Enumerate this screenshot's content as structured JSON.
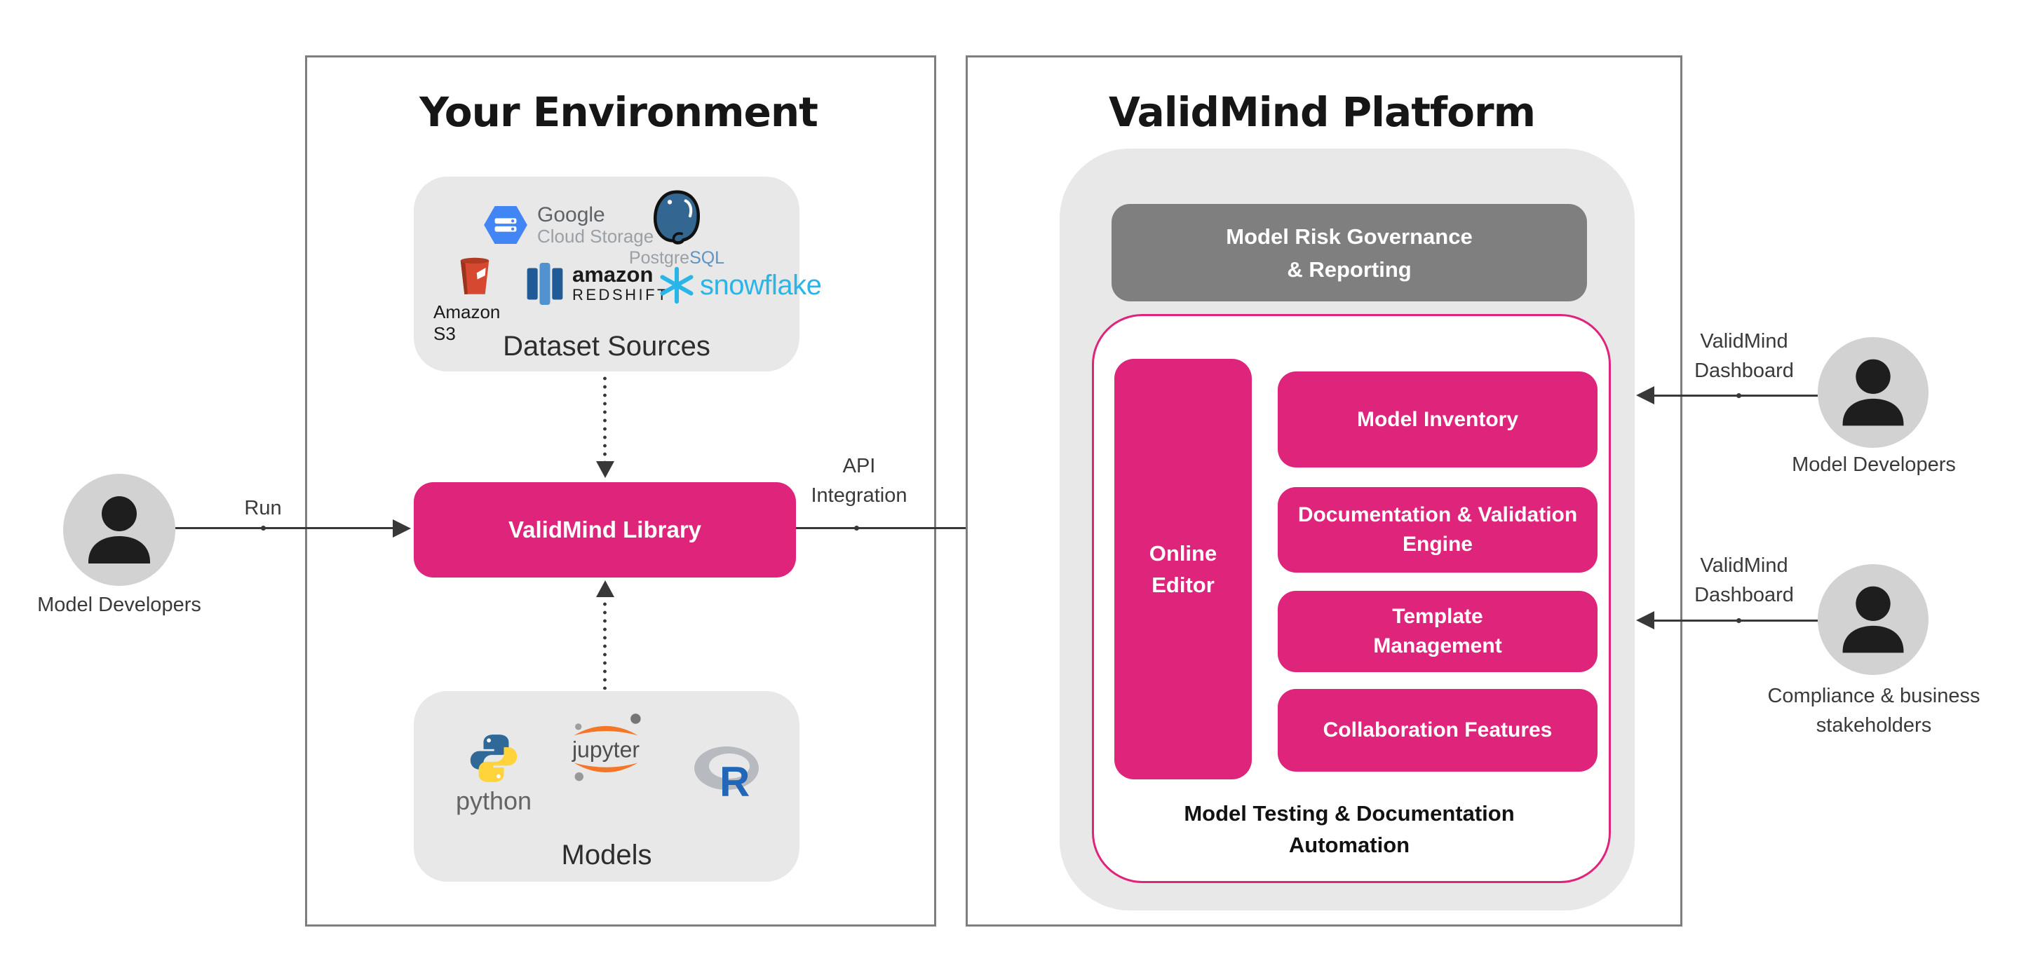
{
  "environment": {
    "title": "Your Environment",
    "dataset_sources": {
      "label": "Dataset Sources",
      "google_cloud_storage": {
        "line1": "Google",
        "line2": "Cloud Storage"
      },
      "postgresql": {
        "name_gray": "Postgre",
        "name_blue": "SQL"
      },
      "amazon_s3": {
        "label": "Amazon S3"
      },
      "amazon_redshift": {
        "line1": "amazon",
        "line2": "REDSHIFT"
      },
      "snowflake": {
        "label": "snowflake"
      }
    },
    "library_label": "ValidMind Library",
    "models": {
      "label": "Models",
      "python_label": "python",
      "jupyter_label": "jupyter",
      "r_label": "R"
    }
  },
  "platform": {
    "title": "ValidMind Platform",
    "governance_lines": [
      "Model Risk Governance",
      "& Reporting"
    ],
    "online_editor_lines": [
      "Online",
      "Editor"
    ],
    "features": [
      {
        "lines": [
          "Model Inventory"
        ]
      },
      {
        "lines": [
          "Documentation & Validation",
          "Engine"
        ]
      },
      {
        "lines": [
          "Template",
          "Management"
        ]
      },
      {
        "lines": [
          "Collaboration Features"
        ]
      }
    ],
    "caption_lines": [
      "Model Testing & Documentation",
      "Automation"
    ]
  },
  "actors": {
    "left": {
      "label": "Model Developers"
    },
    "top_right": {
      "label": "Model Developers"
    },
    "bottom_right": {
      "lines": [
        "Compliance & business",
        "stakeholders"
      ]
    }
  },
  "connections": {
    "run_label": "Run",
    "api_lines": [
      "API",
      "Integration"
    ],
    "dashboard_top_lines": [
      "ValidMind",
      "Dashboard"
    ],
    "dashboard_bottom_lines": [
      "ValidMind",
      "Dashboard"
    ]
  },
  "colors": {
    "pink": "#de257b",
    "container_gray": "#e8e8e8",
    "governance_gray": "#7f7f7f",
    "border_gray": "#7e7e7e",
    "arrow_dark": "#383838",
    "snowflake_blue": "#29b5e8",
    "person_circle": "#d2d2d2"
  }
}
